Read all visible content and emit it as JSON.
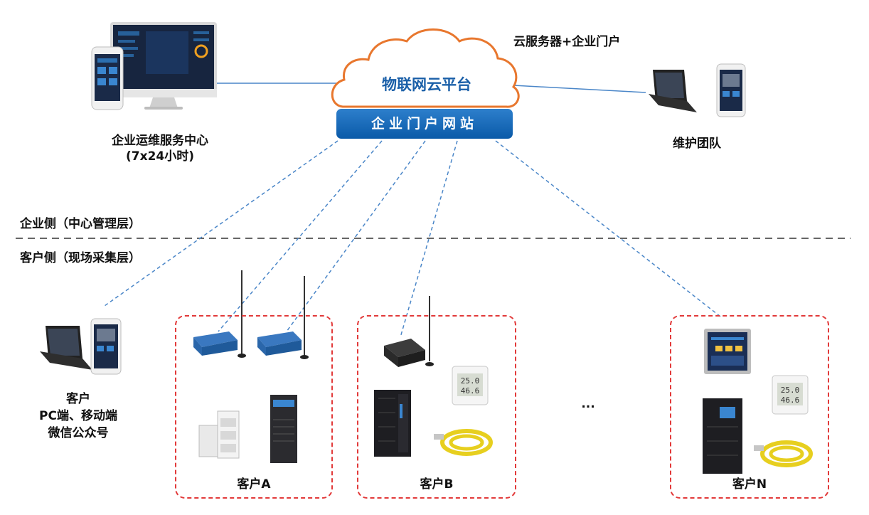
{
  "cloud": {
    "title": "物联网云平台",
    "caption": "云服务器+企业门户"
  },
  "portal": {
    "label": "企业门户网站"
  },
  "ops_center": {
    "line1": "企业运维服务中心",
    "line2": "(7x24小时)"
  },
  "maintenance": {
    "label": "维护团队"
  },
  "layers": {
    "enterprise": "企业侧（中心管理层）",
    "customer": "客户侧（现场采集层）"
  },
  "customer_access": {
    "line1": "客户",
    "line2": "PC端、移动端",
    "line3": "微信公众号"
  },
  "groups": [
    {
      "label": "客户A"
    },
    {
      "label": "客户B"
    },
    {
      "label": "客户N"
    }
  ],
  "ellipsis": "...",
  "device_readings": {
    "temp": "25.0",
    "humidity": "46.6"
  },
  "colors": {
    "accent_blue": "#1a6fc4",
    "cloud_orange": "#e8772e",
    "group_border": "#e23a3a",
    "link_line": "#4a86c8"
  }
}
